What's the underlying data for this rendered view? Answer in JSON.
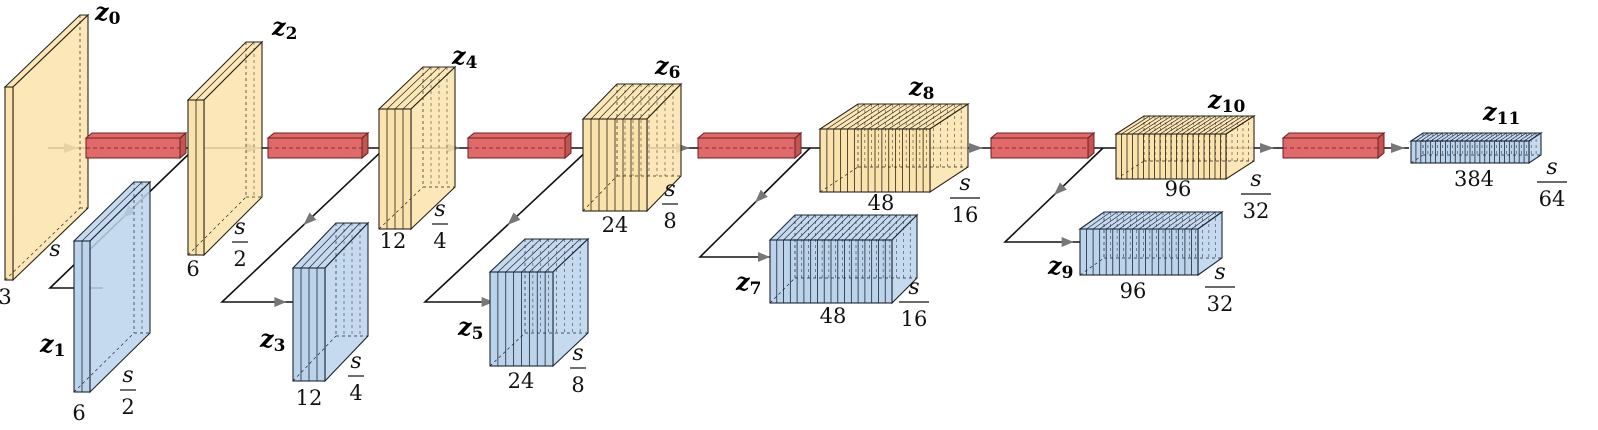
{
  "diagram": {
    "colors": {
      "encoder_fill": "#fbe3ad",
      "encoder_stroke": "#2a2416",
      "side_fill": "#bcd3ec",
      "side_stroke": "#1c2733",
      "connector_fill": "#e06a6a",
      "connector_stroke": "#6e1f1f",
      "line": "#111111",
      "arrow": "#777777"
    },
    "scale_var": "s",
    "encoder_blocks": [
      {
        "id": "z0",
        "label": "z",
        "sub": "0",
        "channels": "3",
        "scale": "s"
      },
      {
        "id": "z2",
        "label": "z",
        "sub": "2",
        "channels": "6",
        "scale": "s",
        "denom": "2"
      },
      {
        "id": "z4",
        "label": "z",
        "sub": "4",
        "channels": "12",
        "scale": "s",
        "denom": "4"
      },
      {
        "id": "z6",
        "label": "z",
        "sub": "6",
        "channels": "24",
        "scale": "s",
        "denom": "8"
      },
      {
        "id": "z8",
        "label": "z",
        "sub": "8",
        "channels": "48",
        "scale": "s",
        "denom": "16"
      },
      {
        "id": "z10",
        "label": "z",
        "sub": "10",
        "channels": "96",
        "scale": "s",
        "denom": "32"
      }
    ],
    "final_block": {
      "id": "z11",
      "label": "z",
      "sub": "11",
      "channels": "384",
      "scale": "s",
      "denom": "64"
    },
    "side_blocks": [
      {
        "id": "z1",
        "label": "z",
        "sub": "1",
        "channels": "6",
        "scale": "s",
        "denom": "2"
      },
      {
        "id": "z3",
        "label": "z",
        "sub": "3",
        "channels": "12",
        "scale": "s",
        "denom": "4"
      },
      {
        "id": "z5",
        "label": "z",
        "sub": "5",
        "channels": "24",
        "scale": "s",
        "denom": "8"
      },
      {
        "id": "z7",
        "label": "z",
        "sub": "7",
        "channels": "48",
        "scale": "s",
        "denom": "16"
      },
      {
        "id": "z9",
        "label": "z",
        "sub": "9",
        "channels": "96",
        "scale": "s",
        "denom": "32"
      }
    ]
  }
}
